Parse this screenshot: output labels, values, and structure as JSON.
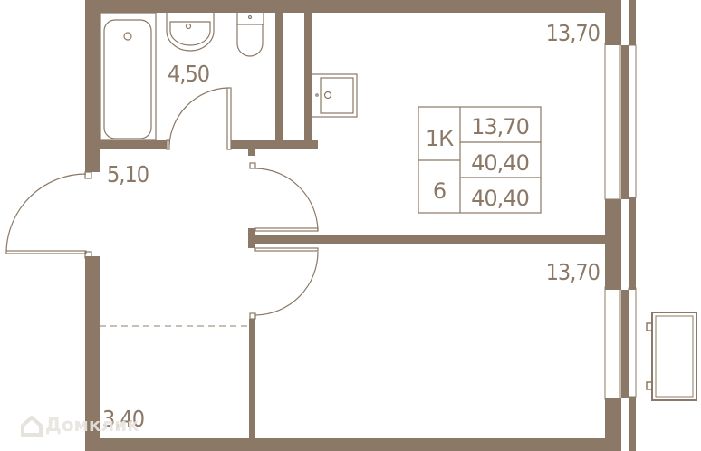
{
  "colors": {
    "wall": "#8b7866",
    "line": "#8b7866",
    "background": "#ffffff",
    "watermark": "#e4e0db"
  },
  "rooms": [
    {
      "id": "bathroom",
      "area": "4,50"
    },
    {
      "id": "hallway",
      "area": "5,10"
    },
    {
      "id": "kitchen-living",
      "area": "13,70"
    },
    {
      "id": "bedroom",
      "area": "13,70"
    },
    {
      "id": "loggia-storage",
      "area": "3,40"
    }
  ],
  "summary_table": {
    "type": "1К",
    "floor": "6",
    "living_area": "13,70",
    "total_area": "40,40",
    "total_area_with_balcony": "40,40"
  },
  "watermark": {
    "icon": "home-icon",
    "text": "Домклик"
  }
}
